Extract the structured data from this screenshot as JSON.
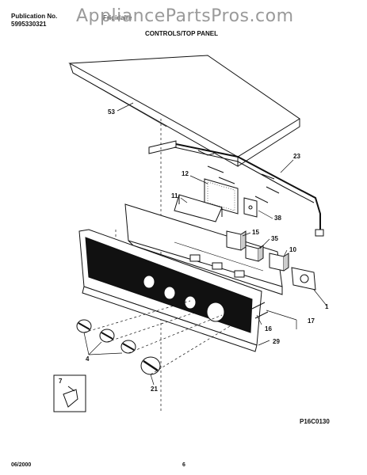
{
  "header": {
    "publication_label": "Publication No.",
    "publication_number": "5995330321",
    "brand": "Frigidaire",
    "watermark": "AppliancePartsPros.com",
    "section_title": "CONTROLS/TOP PANEL"
  },
  "callouts": {
    "c53": "53",
    "c23": "23",
    "c12": "12",
    "c11": "11",
    "c38": "38",
    "c15": "15",
    "c35": "35",
    "c10": "10",
    "c1": "1",
    "c16": "16",
    "c17": "17",
    "c29": "29",
    "c4": "4",
    "c21": "21",
    "c7": "7"
  },
  "figure_code": "P16C0130",
  "footer": {
    "date": "06/2000",
    "page": "6"
  }
}
